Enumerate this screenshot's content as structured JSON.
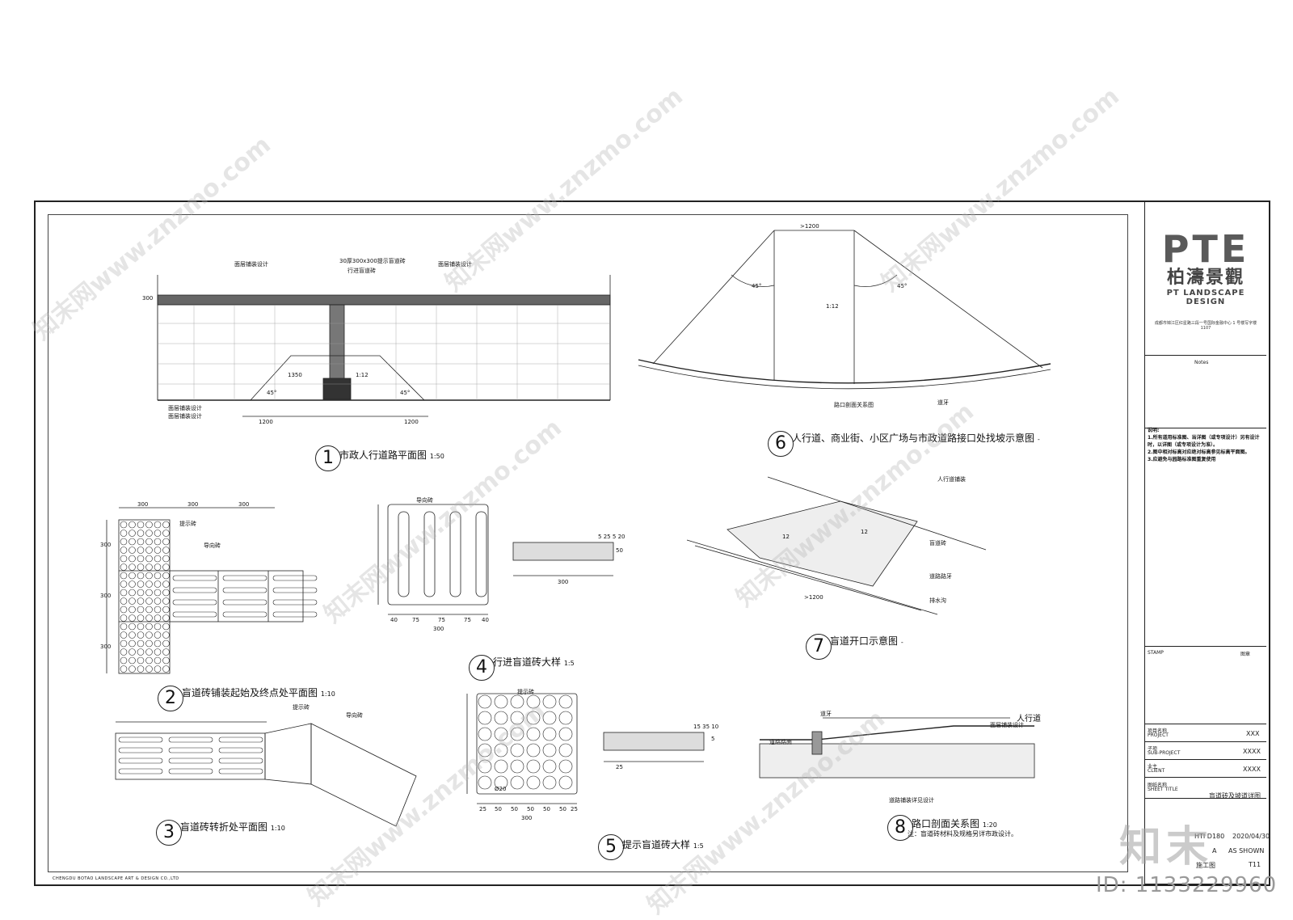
{
  "titleblock": {
    "brand": "PTE",
    "brand_cn": "柏濤景觀",
    "brand_en": "PT LANDSCAPE DESIGN",
    "address": "成都市锦江区红星路三段一号国际金融中心 1 号楼写字楼1107",
    "notes_title": "Notes",
    "notes_cn_title": "说明:",
    "notes_cn": [
      "1.所有道用标准图、当详图（或专项设计）另有设计",
      "时，以详图（或专项设计为准）。",
      "2.图中相对标高对应绝对标高参见标高平面图。",
      "3.应避免与园路标准图重复使用"
    ],
    "stamp_label": "STAMP",
    "stamp_cn": "图章",
    "project_cn": "项目名称",
    "project_en": "PROJECT",
    "project_value": "XXX",
    "subproject_cn": "子项",
    "subproject_en": "SUB-PROJECT",
    "subproject_value": "XXXX",
    "client_cn": "业主",
    "client_en": "CLIENT",
    "client_value": "XXXX",
    "sheet_title_cn": "图纸名称",
    "sheet_title_en": "SHEET TITLE",
    "sheet_title_value": "盲道砖及坡道详图",
    "proj_no": "HTI D180",
    "rev": "A",
    "date": "2020/04/30",
    "scale": "AS SHOWN",
    "stage": "施工图",
    "sheet_no": "T11"
  },
  "footer": {
    "company": "CHENGDU BOTAO LANDSCAPE  ART & DESIGN CO.,LTD"
  },
  "watermark": {
    "text": "知末网www.znzmo.com",
    "brand": "知末",
    "id": "ID: 1133229960"
  },
  "drawings": [
    {
      "num": "1",
      "title": "市政人行道路平面图",
      "scale": "1:50"
    },
    {
      "num": "2",
      "title": "盲道砖铺装起始及终点处平面图",
      "scale": "1:10"
    },
    {
      "num": "3",
      "title": "盲道砖转折处平面图",
      "scale": "1:10"
    },
    {
      "num": "4",
      "title": "行进盲道砖大样",
      "scale": "1:5"
    },
    {
      "num": "5",
      "title": "提示盲道砖大样",
      "scale": "1:5"
    },
    {
      "num": "6",
      "title": "人行道、商业街、小区广场与市政道路接口处找坡示意图",
      "scale": "-"
    },
    {
      "num": "7",
      "title": "盲道开口示意图",
      "scale": "-"
    },
    {
      "num": "8",
      "title": "路口剖面关系图",
      "scale": "1:20"
    }
  ],
  "annotations": {
    "d1_top": "30厚300x300提示盲道砖",
    "d1_sub": "行进盲道砖",
    "d1_left": "面层铺装设计",
    "d1_right": "面层铺装设计",
    "d1_bottom1": "面层铺装设计",
    "d1_bottom2": "面层铺装设计",
    "d1_dims": [
      "300",
      "1350",
      "1200",
      "1200",
      "1:12",
      "45°",
      "45°"
    ],
    "d2_dims": [
      "300",
      "300",
      "300",
      "300",
      "300",
      "300"
    ],
    "d2_l1": "提示砖",
    "d2_l2": "导向砖",
    "d3_l1": "提示砖",
    "d3_l2": "导向砖",
    "d4_l1": "导向砖",
    "d4_dims": [
      "40",
      "75",
      "75",
      "75",
      "40",
      "300",
      "5",
      "25",
      "5",
      "20",
      "50",
      "300"
    ],
    "d5_l1": "提示砖",
    "d5_dims": [
      "25",
      "50",
      "50",
      "50",
      "50",
      "50",
      "25",
      "300",
      "15",
      "35",
      "10",
      "5",
      "25",
      "Ø20"
    ],
    "d6_dims": [
      ">1200",
      "45°",
      "45°",
      "1:12"
    ],
    "d6_label": "路口剖面关系图",
    "d6_l2": "道牙",
    "d7_l1": "人行道铺装",
    "d7_l2": "盲道砖",
    "d7_l3": "道路路牙",
    "d7_l4": "排水沟",
    "d7_dim": ">1200",
    "d7_slope": "12",
    "d8_l1": "道牙",
    "d8_l2": "面层铺装设计",
    "d8_l3": "人行道",
    "d8_l4": "道路路面",
    "d8_l5": "道路铺装详见设计",
    "d8_note": "注：盲道砖材料及规格另详市政设计。"
  }
}
